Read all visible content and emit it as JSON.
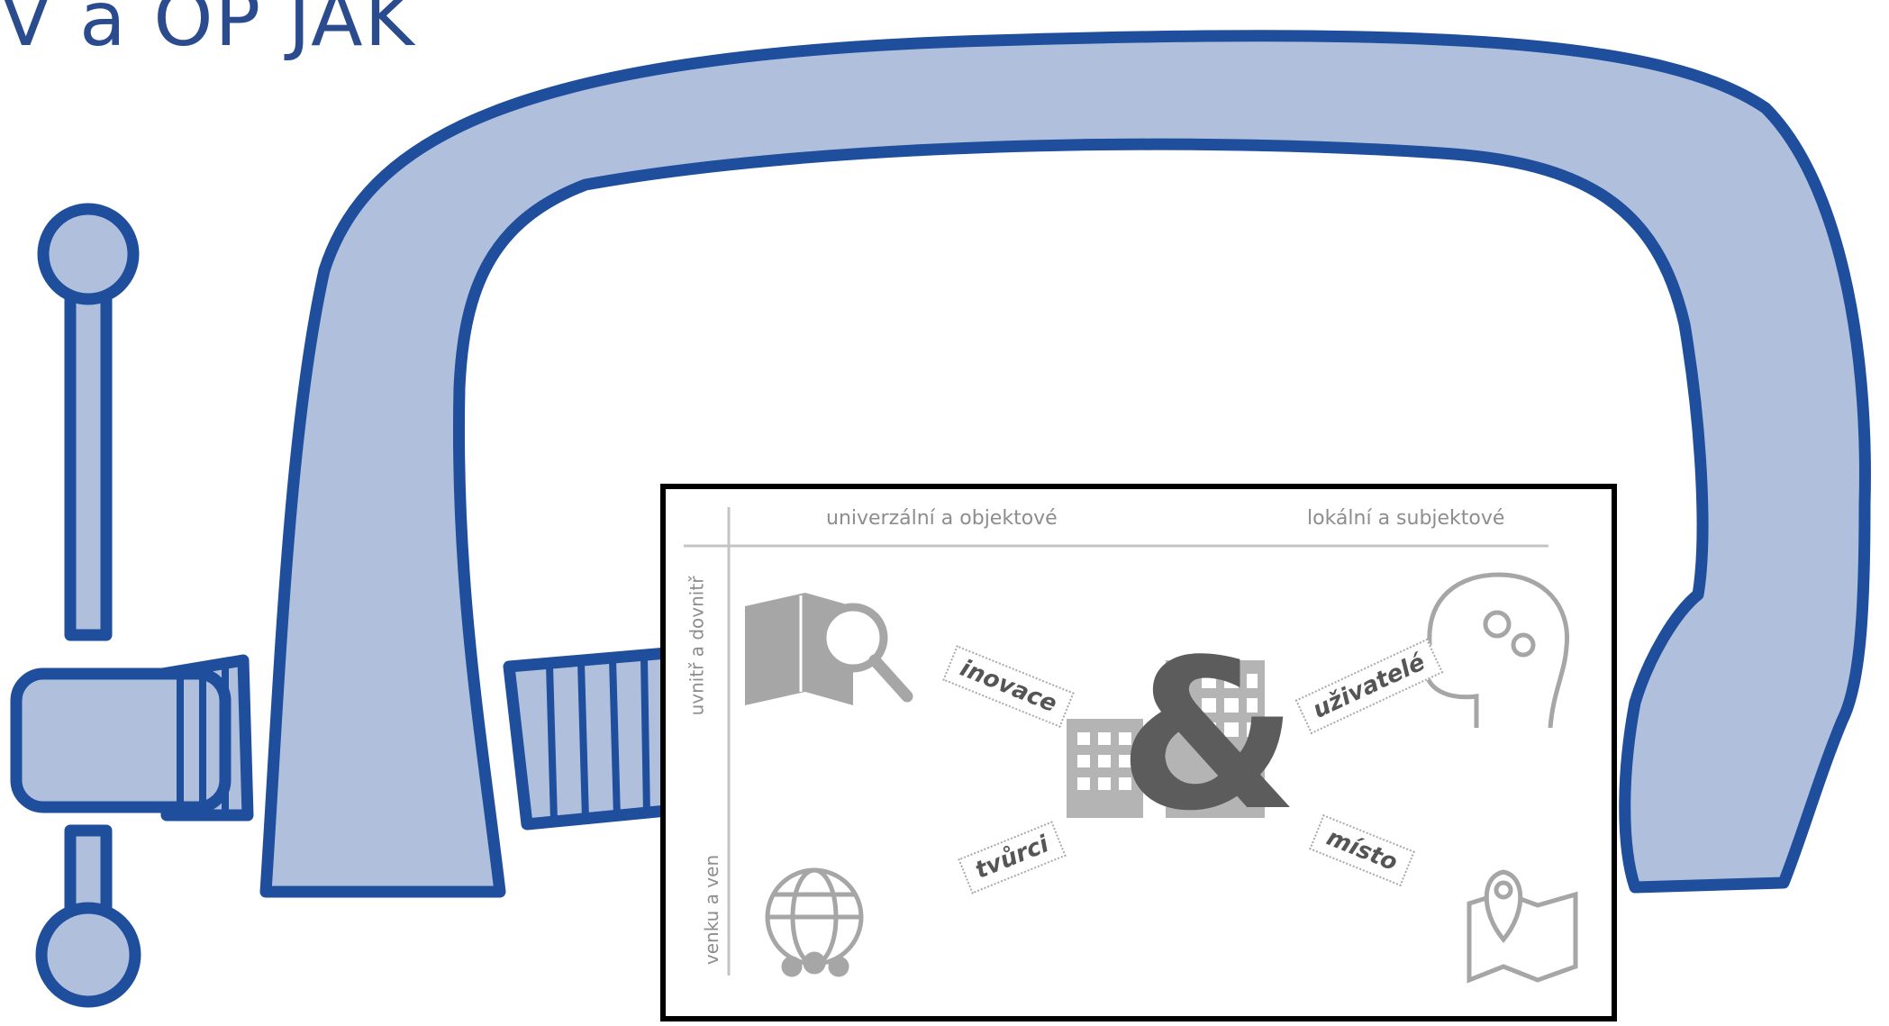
{
  "title": "V a OP JAK",
  "diagram": {
    "headers": {
      "left": "univerzální a objektové",
      "right": "lokální a subjektové"
    },
    "rows": {
      "top": "uvnitř a dovnitř",
      "bottom": "venku a ven"
    },
    "tags": {
      "inovace": "inovace",
      "tvurci": "tvůrci",
      "uzivatele": "uživatelé",
      "misto": "místo"
    },
    "center_symbol": "&"
  },
  "colors": {
    "clamp_fill": "#b0c0dc",
    "clamp_stroke": "#1f4e9c",
    "title": "#2a4b8d",
    "icons": "#a6a6a6"
  }
}
